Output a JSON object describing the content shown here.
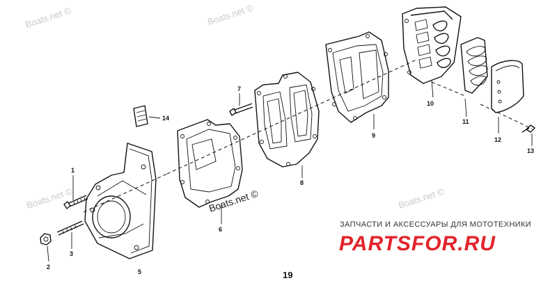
{
  "watermarks": {
    "tl": "Boats.net ©",
    "tr": "Boats.net ©",
    "mid": "Boats.net ©",
    "bl": "Boats.net ©",
    "br": "Boats.net ©"
  },
  "parts": {
    "p1": "1",
    "p2": "2",
    "p3": "3",
    "p5": "5",
    "p6": "6",
    "p7": "7",
    "p8": "8",
    "p9": "9",
    "p10": "10",
    "p11": "11",
    "p12": "12",
    "p13": "13",
    "p14": "14"
  },
  "page_number": "19",
  "banner": {
    "tagline": "ЗАПЧАСТИ И АКСЕССУАРЫ ДЛЯ МОТОТЕХНИКИ",
    "brand": "PARTSFOR.RU",
    "brand_color": "#e2232a"
  }
}
